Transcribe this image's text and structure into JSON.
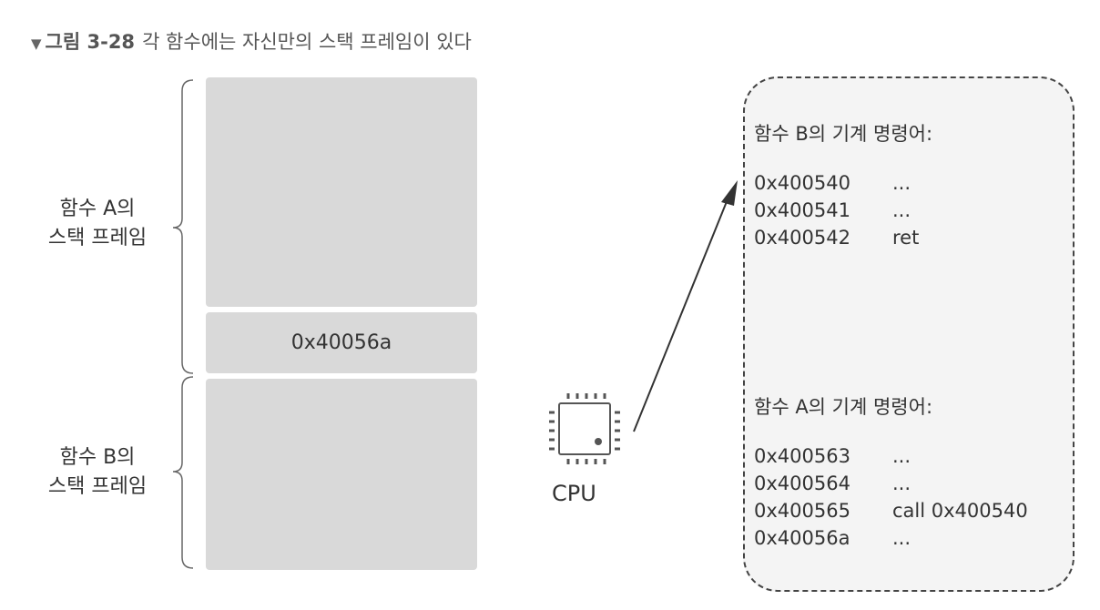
{
  "caption": {
    "marker": "▼",
    "figure_number": "그림 3-28",
    "text": "각 함수에는 자신만의 스택 프레임이 있다"
  },
  "stack": {
    "frame_a_label_line1": "함수 A의",
    "frame_a_label_line2": "스택 프레임",
    "return_address": "0x40056a",
    "frame_b_label_line1": "함수 B의",
    "frame_b_label_line2": "스택 프레임"
  },
  "cpu": {
    "label": "CPU"
  },
  "code": {
    "function_b": {
      "title": "함수 B의 기계 명령어:",
      "rows": [
        {
          "addr": "0x400540",
          "instr": "..."
        },
        {
          "addr": "0x400541",
          "instr": "..."
        },
        {
          "addr": "0x400542",
          "instr": "ret"
        }
      ]
    },
    "function_a": {
      "title": "함수 A의 기계 명령어:",
      "rows": [
        {
          "addr": "0x400563",
          "instr": "..."
        },
        {
          "addr": "0x400564",
          "instr": "..."
        },
        {
          "addr": "0x400565",
          "instr": "call 0x400540"
        },
        {
          "addr": "0x40056a",
          "instr": "..."
        }
      ]
    }
  },
  "colors": {
    "frame_fill": "#d9d9d9",
    "code_box_fill": "#f4f4f4",
    "line": "#444444"
  }
}
